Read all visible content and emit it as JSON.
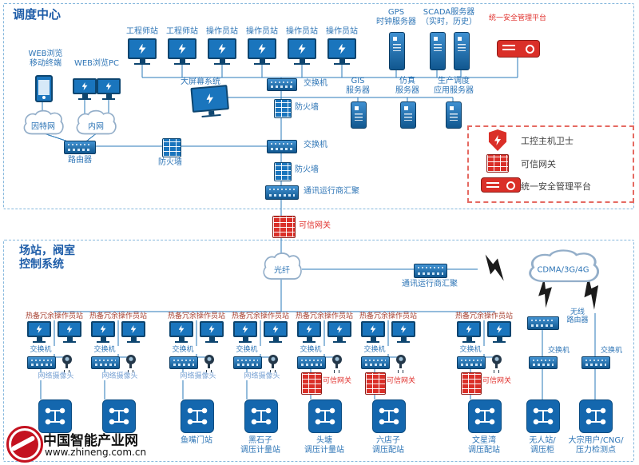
{
  "dispatch": {
    "title": "调度中心",
    "workstations": [
      "工程师站",
      "工程师站",
      "操作员站",
      "操作员站",
      "操作员站",
      "操作员站"
    ],
    "gps_server": "GPS\n时钟服务器",
    "scada_server": "SCADA服务器\n（实时，历史）",
    "security_platform": "统一安全管理平台",
    "web_mobile": "WEB浏览\n移动终端",
    "web_pc": "WEB浏览PC",
    "internet": "因特网",
    "intranet": "内网",
    "router": "路由器",
    "firewall_left": "防火墙",
    "big_screen": "大屏幕系统",
    "switch_top": "交换机",
    "firewall_top": "防火墙",
    "gis_server": "GIS\n服务器",
    "sim_server": "仿真\n服务器",
    "prod_server": "生产调度\n应用服务器",
    "switch_mid": "交换机",
    "firewall_mid": "防火墙",
    "telecom_agg": "通讯运行商汇聚",
    "trusted_gateway": "可信网关"
  },
  "legend": {
    "host_guard": "工控主机卫士",
    "trusted_gateway": "可信网关",
    "security_platform": "统一安全管理平台"
  },
  "field": {
    "title": "场站，阀室\n控制系统",
    "fiber": "光纤",
    "telecom_agg": "通讯运行商汇聚",
    "cdma": "CDMA/3G/4G",
    "wireless_router": "无线\n路由器",
    "ops_station": "热备冗余操作员站",
    "switch": "交换机",
    "camera": "网络摄像头",
    "trusted_gateway": "可信网关",
    "stations": {
      "yuzui": "鱼嘴门站",
      "heishizi": "黑石子\n调压计量站",
      "toutang": "头塘\n调压计量站",
      "liudianzi": "六店子\n调压配站",
      "wenxingwan": "文星湾\n调压配站",
      "unmanned": "无人站/\n调压柜",
      "bulk": "大宗用户/CNG/\n压力检测点"
    }
  },
  "watermark": {
    "site_name": "中国智能产业网",
    "site_url": "www.zhineng.com.cn"
  }
}
